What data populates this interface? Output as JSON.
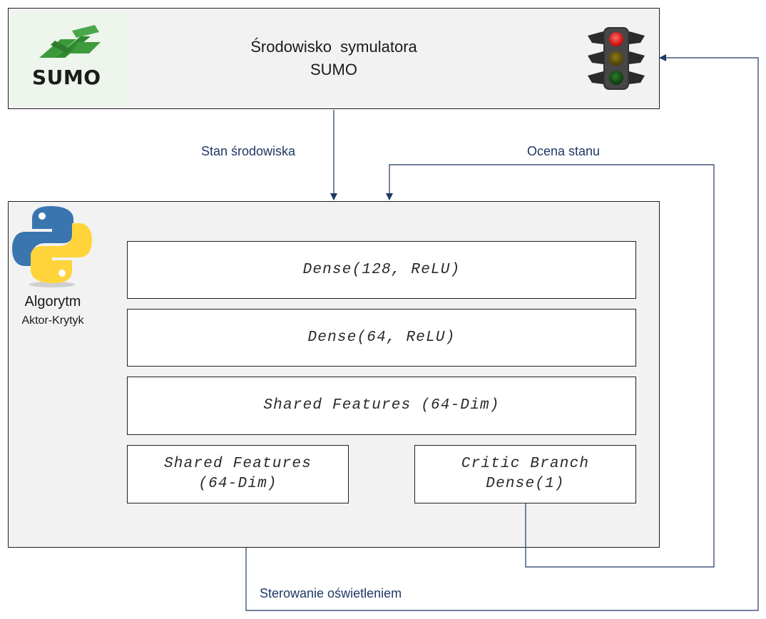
{
  "environment": {
    "title_line1": "Środowisko  symulatora",
    "title_line2": "SUMO",
    "logo_text": "SUMO",
    "traffic_light_icon": "traffic-light-icon",
    "sumo_logo_icon": "sumo-logo-icon"
  },
  "edges": {
    "state_label": "Stan środowiska",
    "evaluation_label": "Ocena stanu",
    "control_label": "Sterowanie oświetleniem"
  },
  "agent": {
    "python_icon": "python-logo-icon",
    "name": "Algorytm",
    "subtitle": "Aktor-Krytyk",
    "layers": [
      "Dense(128, ReLU)",
      "Dense(64, ReLU)",
      "Shared Features (64-Dim)"
    ],
    "actor_branch": {
      "line1": "Shared Features",
      "line2": "(64-Dim)"
    },
    "critic_branch": {
      "line1": "Critic Branch",
      "line2": "Dense(1)"
    }
  },
  "colors": {
    "arrow": "#1f3864",
    "label": "#1f3864",
    "box_fill": "#f2f2f2",
    "traffic_red": "#e10000",
    "traffic_amber": "#5a4a00",
    "traffic_green": "#0e4a0e",
    "sumo_green": "#3a9a3a",
    "python_blue": "#3a75b0",
    "python_yellow": "#ffd43b"
  }
}
